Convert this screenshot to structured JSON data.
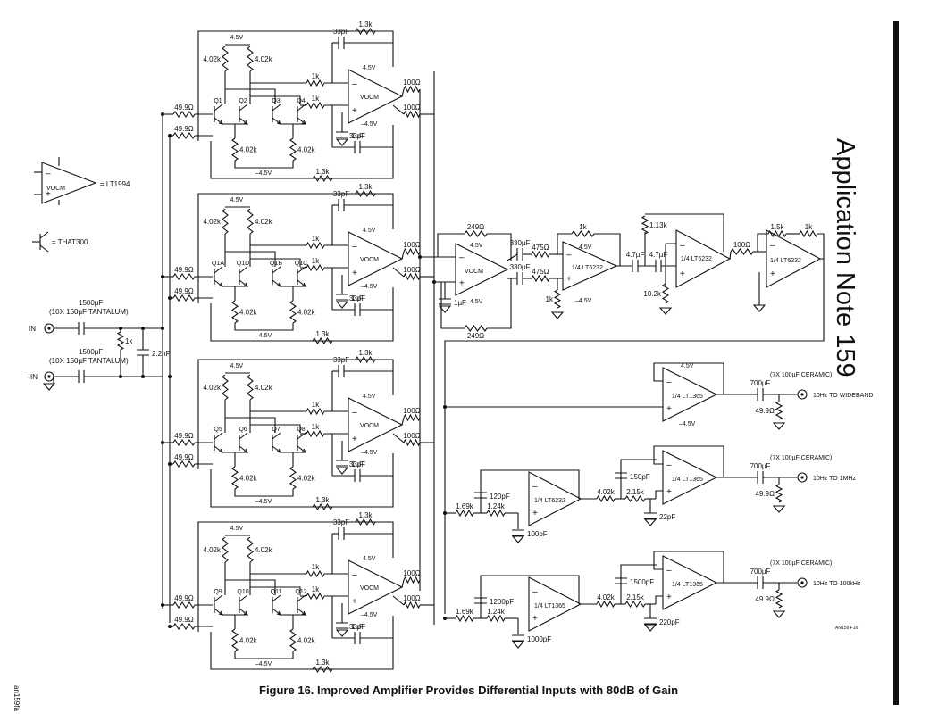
{
  "header": {
    "section_title": "Application Note 159",
    "side_code": "an159fa"
  },
  "figure": {
    "caption": "Figure 16. Improved Amplifier Provides Differential Inputs with 80dB of Gain",
    "figure_code": "AN159 F16"
  },
  "legend": {
    "amp_label": "= LT1994",
    "transistor_label": "= THAT300"
  },
  "inputs": {
    "in_label": "IN",
    "neg_in_label": "–IN",
    "cap_value": "1500µF",
    "cap_note": "(10X 150µF TANTALUM)",
    "shunt_r": "1k",
    "shunt_c": "2.2nF",
    "input_r": "49.9Ω"
  },
  "stage_common": {
    "r_collector": "4.02k",
    "r_emitter": "4.02k",
    "r_fb": "1.3k",
    "c_fb": "33pF",
    "r_in": "1k",
    "r_out": "100Ω",
    "c_vocm": "1µF",
    "vpos": "4.5V",
    "vneg": "–4.5V",
    "vneg_out": "–4.5V",
    "vocm": "VOCM"
  },
  "stages": [
    {
      "q": [
        "Q1",
        "Q2",
        "Q3",
        "Q4"
      ]
    },
    {
      "q": [
        "Q1A",
        "Q1D",
        "Q1B",
        "Q1C"
      ]
    },
    {
      "q": [
        "Q5",
        "Q6",
        "Q7",
        "Q8"
      ]
    },
    {
      "q": [
        "Q9",
        "Q10",
        "Q11",
        "Q12"
      ]
    }
  ],
  "summing": {
    "r_top": "249Ω",
    "r_bot": "249Ω",
    "c_vocm": "1µF",
    "vpos": "4.5V",
    "vneg": "–4.5V",
    "c_couple_a": "330µF",
    "c_couple_b": "330µF",
    "r_a": "475Ω",
    "r_b": "475Ω",
    "diff_amp": "1/4 LT6232",
    "diff_r_fb": "1k",
    "diff_r_gnd": "1k",
    "diff_vpos": "4.5V",
    "diff_vneg": "–4.5V",
    "c_hp1": "4.7µF",
    "c_hp2": "4.7µF",
    "r_hp1": "1.13k",
    "r_hp2": "10.2k",
    "hp_amp": "1/4 LT6232",
    "r_series": "100Ω",
    "gain_r": "1.5k",
    "gain_pot": "1k",
    "gain_amp": "1/4 LT6232"
  },
  "outputs": [
    {
      "amp": "1/4 LT1365",
      "vpos": "4.5V",
      "vneg": "–4.5V",
      "cap": "700µF",
      "cap_note": "(7X 100µF CERAMIC)",
      "r_load": "49.9Ω",
      "label": "10Hz TO WIDEBAND"
    },
    {
      "amp": "1/4 LT1365",
      "cap": "700µF",
      "cap_note": "(7X 100µF CERAMIC)",
      "r_load": "49.9Ω",
      "label": "10Hz TO 1MHz",
      "filter_amp": "1/4 LT6232",
      "r1": "1.69k",
      "r2": "1.24k",
      "c1": "120pF",
      "c2": "100pF",
      "r3": "4.02k",
      "r4": "2.15k",
      "c3": "150pF",
      "c4": "22pF"
    },
    {
      "amp": "1/4 LT1365",
      "cap": "700µF",
      "cap_note": "(7X 100µF CERAMIC)",
      "r_load": "49.9Ω",
      "label": "10Hz TO 100kHz",
      "filter_amp": "1/4 LT1365",
      "r1": "1.69k",
      "r2": "1.24k",
      "c1": "1200pF",
      "c2": "1000pF",
      "r3": "4.02k",
      "r4": "2.15k",
      "c3": "1500pF",
      "c4": "220pF"
    }
  ]
}
